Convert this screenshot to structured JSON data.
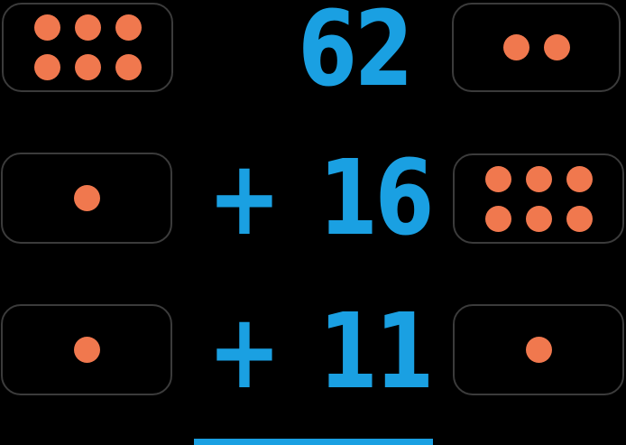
{
  "page": {
    "background": "#000000"
  },
  "colors": {
    "dot": "#F0784E",
    "accent_blue": "#1AA0E2",
    "tile_border": "#3B3B3B"
  },
  "problem": {
    "rows": [
      {
        "left_dots": 6,
        "operator": "",
        "number": "62",
        "right_dots": 2
      },
      {
        "left_dots": 1,
        "operator": "+",
        "number": "16",
        "right_dots": 6
      },
      {
        "left_dots": 1,
        "operator": "+",
        "number": "11",
        "right_dots": 1
      }
    ]
  }
}
